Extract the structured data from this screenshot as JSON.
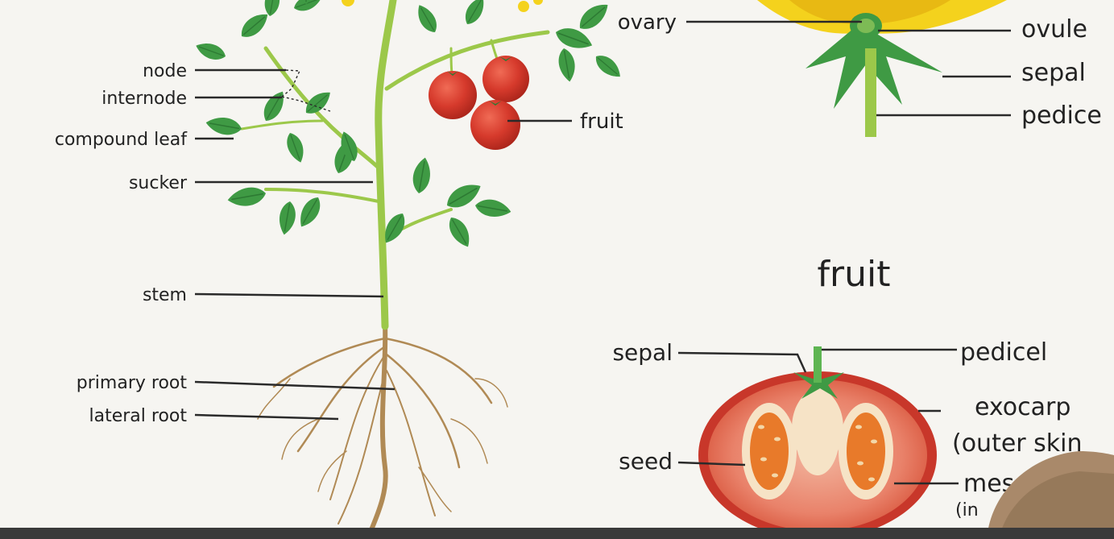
{
  "plant": {
    "labels": {
      "node": "node",
      "internode": "internode",
      "compound_leaf": "compound leaf",
      "sucker": "sucker",
      "stem": "stem",
      "primary_root": "primary root",
      "lateral_root": "lateral root",
      "fruit": "fruit"
    }
  },
  "flower": {
    "labels": {
      "ovary": "ovary",
      "ovule": "ovule",
      "sepal": "sepal",
      "pedicel": "pedice"
    }
  },
  "fruit_section": {
    "title": "fruit",
    "labels": {
      "sepal": "sepal",
      "pedicel": "pedicel",
      "exocarp": "exocarp",
      "outer_skin": "(outer skin",
      "seed": "seed",
      "mesocarp": "mes",
      "mesocarp_sub": "(in"
    }
  },
  "colors": {
    "stem": "#9cc84a",
    "leaf": "#3f9a44",
    "leaf_light": "#5eb552",
    "tomato": "#d63a2c",
    "root": "#b08a55",
    "petal": "#f4d21d",
    "background": "#f6f5f1",
    "leader_line": "#2a2a2a"
  }
}
